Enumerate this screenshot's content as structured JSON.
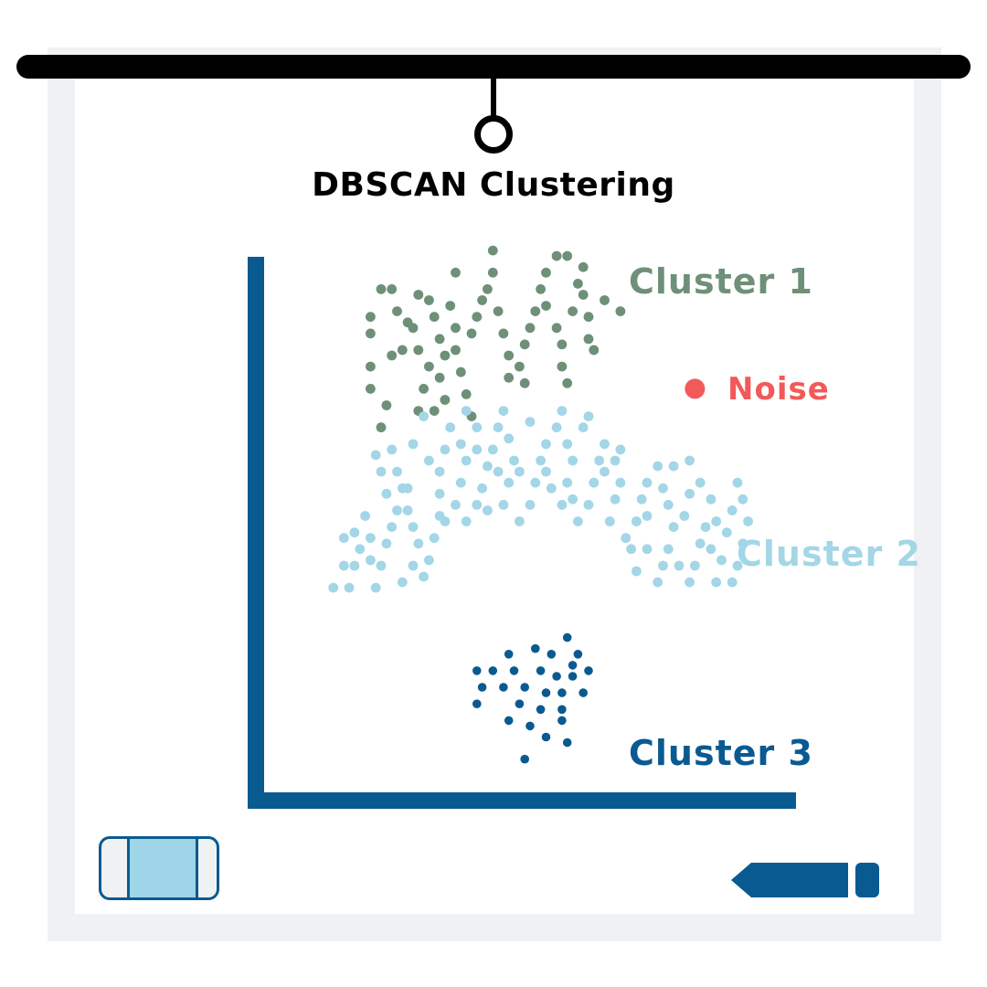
{
  "title": "DBSCAN Clustering",
  "colors": {
    "axis": "#0a5a92",
    "cluster1": "#6e9078",
    "cluster2": "#a3d6e7",
    "cluster3": "#0a5a92",
    "noise": "#f25a5a",
    "board": "#ffffff",
    "frame": "#f0f1f3",
    "rail": "#000000"
  },
  "labels": {
    "cluster1": "Cluster 1",
    "cluster2": "Cluster 2",
    "cluster3": "Cluster 3",
    "noise": "Noise"
  },
  "icons": {
    "eraser": "eraser-icon",
    "marker": "marker-icon",
    "hanger": "hanger-ring-icon"
  },
  "chart_data": {
    "type": "scatter",
    "title": "DBSCAN Clustering",
    "xlabel": "",
    "ylabel": "",
    "xlim": [
      0,
      100
    ],
    "ylim": [
      0,
      100
    ],
    "grid": false,
    "legend": "inline-labels",
    "series": [
      {
        "name": "Cluster 1",
        "color": "#6e9078",
        "points": [
          [
            22,
            91
          ],
          [
            20,
            86
          ],
          [
            20,
            83
          ],
          [
            20,
            77
          ],
          [
            20,
            73
          ],
          [
            23,
            70
          ],
          [
            22,
            66
          ],
          [
            24,
            79
          ],
          [
            26,
            80
          ],
          [
            27,
            85
          ],
          [
            25,
            87
          ],
          [
            28,
            84
          ],
          [
            29,
            80
          ],
          [
            31,
            77
          ],
          [
            30,
            73
          ],
          [
            29,
            69
          ],
          [
            32,
            69
          ],
          [
            34,
            71
          ],
          [
            33,
            75
          ],
          [
            34,
            79
          ],
          [
            33,
            82
          ],
          [
            32,
            86
          ],
          [
            31,
            89
          ],
          [
            35,
            88
          ],
          [
            36,
            84
          ],
          [
            36,
            80
          ],
          [
            37,
            76
          ],
          [
            38,
            72
          ],
          [
            39,
            68
          ],
          [
            39,
            83
          ],
          [
            40,
            86
          ],
          [
            41,
            89
          ],
          [
            42,
            91
          ],
          [
            43,
            94
          ],
          [
            44,
            87
          ],
          [
            45,
            83
          ],
          [
            46,
            79
          ],
          [
            46,
            75
          ],
          [
            48,
            77
          ],
          [
            49,
            74
          ],
          [
            49,
            81
          ],
          [
            50,
            84
          ],
          [
            51,
            87
          ],
          [
            52,
            91
          ],
          [
            53,
            94
          ],
          [
            53,
            88
          ],
          [
            55,
            84
          ],
          [
            56,
            81
          ],
          [
            56,
            77
          ],
          [
            57,
            74
          ],
          [
            58,
            87
          ],
          [
            60,
            90
          ],
          [
            61,
            86
          ],
          [
            61,
            82
          ],
          [
            62,
            80
          ],
          [
            60,
            95
          ],
          [
            57,
            97
          ],
          [
            55,
            97
          ],
          [
            59,
            92
          ],
          [
            64,
            89
          ],
          [
            67,
            87
          ],
          [
            36,
            94
          ],
          [
            43,
            98
          ],
          [
            29,
            90
          ],
          [
            24,
            91
          ]
        ]
      },
      {
        "name": "Cluster 2",
        "color": "#a3d6e7",
        "points": [
          [
            13,
            37
          ],
          [
            15,
            46
          ],
          [
            15,
            41
          ],
          [
            16,
            37
          ],
          [
            17,
            41
          ],
          [
            18,
            44
          ],
          [
            17,
            47
          ],
          [
            19,
            50
          ],
          [
            20,
            46
          ],
          [
            20,
            42
          ],
          [
            21,
            37
          ],
          [
            22,
            41
          ],
          [
            23,
            45
          ],
          [
            24,
            48
          ],
          [
            25,
            51
          ],
          [
            23,
            54
          ],
          [
            22,
            58
          ],
          [
            21,
            61
          ],
          [
            24,
            62
          ],
          [
            25,
            58
          ],
          [
            26,
            55
          ],
          [
            27,
            51
          ],
          [
            28,
            48
          ],
          [
            29,
            45
          ],
          [
            28,
            41
          ],
          [
            26,
            38
          ],
          [
            30,
            39
          ],
          [
            31,
            42
          ],
          [
            32,
            46
          ],
          [
            33,
            50
          ],
          [
            33,
            54
          ],
          [
            33,
            58
          ],
          [
            34,
            62
          ],
          [
            35,
            66
          ],
          [
            37,
            63
          ],
          [
            38,
            60
          ],
          [
            37,
            56
          ],
          [
            36,
            52
          ],
          [
            38,
            49
          ],
          [
            40,
            52
          ],
          [
            41,
            55
          ],
          [
            42,
            59
          ],
          [
            43,
            62
          ],
          [
            44,
            66
          ],
          [
            46,
            64
          ],
          [
            47,
            60
          ],
          [
            46,
            56
          ],
          [
            45,
            52
          ],
          [
            48,
            49
          ],
          [
            50,
            52
          ],
          [
            51,
            56
          ],
          [
            52,
            60
          ],
          [
            53,
            63
          ],
          [
            55,
            66
          ],
          [
            57,
            63
          ],
          [
            58,
            60
          ],
          [
            57,
            56
          ],
          [
            56,
            52
          ],
          [
            59,
            49
          ],
          [
            61,
            52
          ],
          [
            62,
            56
          ],
          [
            63,
            60
          ],
          [
            64,
            63
          ],
          [
            66,
            60
          ],
          [
            67,
            56
          ],
          [
            66,
            53
          ],
          [
            65,
            49
          ],
          [
            68,
            46
          ],
          [
            70,
            49
          ],
          [
            71,
            53
          ],
          [
            72,
            56
          ],
          [
            74,
            59
          ],
          [
            75,
            55
          ],
          [
            76,
            52
          ],
          [
            77,
            48
          ],
          [
            79,
            50
          ],
          [
            80,
            54
          ],
          [
            82,
            56
          ],
          [
            84,
            53
          ],
          [
            85,
            49
          ],
          [
            87,
            47
          ],
          [
            88,
            51
          ],
          [
            90,
            53
          ],
          [
            91,
            49
          ],
          [
            90,
            45
          ],
          [
            89,
            41
          ],
          [
            88,
            38
          ],
          [
            86,
            42
          ],
          [
            84,
            44
          ],
          [
            83,
            48
          ],
          [
            82,
            45
          ],
          [
            81,
            41
          ],
          [
            80,
            38
          ],
          [
            78,
            41
          ],
          [
            76,
            44
          ],
          [
            75,
            41
          ],
          [
            74,
            38
          ],
          [
            72,
            44
          ],
          [
            70,
            40
          ],
          [
            69,
            44
          ],
          [
            72,
            50
          ],
          [
            85,
            38
          ],
          [
            89,
            56
          ],
          [
            54,
            55
          ],
          [
            42,
            51
          ],
          [
            34,
            49
          ],
          [
            27,
            55
          ],
          [
            31,
            60
          ],
          [
            40,
            62
          ],
          [
            48,
            58
          ],
          [
            60,
            66
          ],
          [
            64,
            58
          ],
          [
            50,
            67
          ],
          [
            45,
            69
          ],
          [
            56,
            69
          ],
          [
            61,
            68
          ],
          [
            67,
            62
          ],
          [
            28,
            63
          ],
          [
            30,
            68
          ],
          [
            38,
            69
          ],
          [
            40,
            66
          ],
          [
            44,
            58
          ],
          [
            53,
            58
          ],
          [
            58,
            53
          ],
          [
            77,
            59
          ],
          [
            80,
            60
          ]
        ]
      },
      {
        "name": "Cluster 3",
        "color": "#0a5a92",
        "points": [
          [
            46,
            25
          ],
          [
            43,
            22
          ],
          [
            45,
            19
          ],
          [
            47,
            22
          ],
          [
            49,
            19
          ],
          [
            48,
            16
          ],
          [
            46,
            13
          ],
          [
            50,
            12
          ],
          [
            52,
            15
          ],
          [
            53,
            18
          ],
          [
            52,
            22
          ],
          [
            54,
            25
          ],
          [
            55,
            21
          ],
          [
            56,
            18
          ],
          [
            56,
            15
          ],
          [
            58,
            21
          ],
          [
            59,
            25
          ],
          [
            60,
            18
          ],
          [
            61,
            22
          ],
          [
            57,
            9
          ],
          [
            49,
            6
          ],
          [
            40,
            16
          ],
          [
            41,
            19
          ],
          [
            40,
            22
          ],
          [
            51,
            26
          ],
          [
            57,
            28
          ],
          [
            58,
            23
          ],
          [
            53,
            10
          ],
          [
            56,
            13
          ]
        ]
      },
      {
        "name": "Noise",
        "color": "#f25a5a",
        "points": [
          [
            81,
            73
          ]
        ]
      }
    ]
  }
}
